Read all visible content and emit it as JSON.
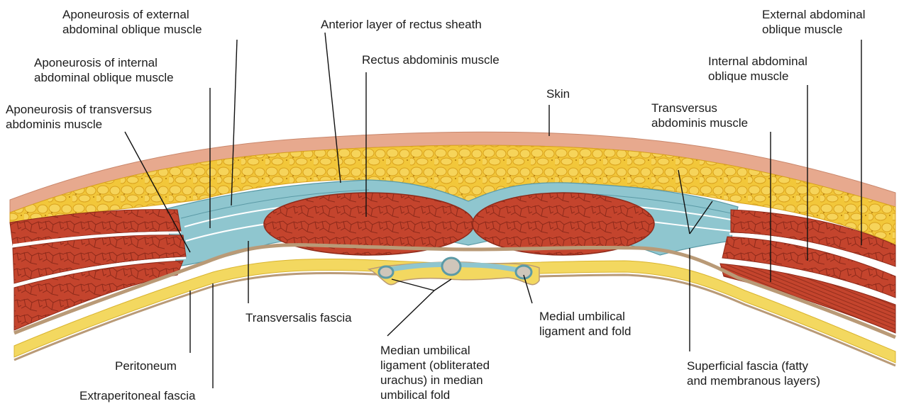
{
  "colors": {
    "skin": "#e7a98e",
    "skin_edge": "#c9876c",
    "fat": "#f2c73a",
    "fat_dark": "#d9a11d",
    "muscle": "#c4442d",
    "muscle_line": "#8e2a1a",
    "aponeurosis": "#8fc6cf",
    "aponeurosis_line": "#5b9aa6",
    "fascia": "#b99a77",
    "peritoneum": "#f3d860",
    "ligament": "#cfc6ba",
    "leader": "#111111"
  },
  "labels": {
    "apo_ext": [
      "Aponeurosis of external",
      "abdominal oblique muscle"
    ],
    "apo_int": [
      "Aponeurosis of internal",
      "abdominal oblique muscle"
    ],
    "apo_trans": [
      "Aponeurosis of transversus",
      "abdominis muscle"
    ],
    "ant_rectus": [
      "Anterior layer of rectus sheath"
    ],
    "rectus": [
      "Rectus abdominis muscle"
    ],
    "skin": [
      "Skin"
    ],
    "ext_oblique": [
      "External abdominal",
      "oblique muscle"
    ],
    "int_oblique": [
      "Internal abdominal",
      "oblique muscle"
    ],
    "transversus": [
      "Transversus",
      "abdominis muscle"
    ],
    "transversalis": [
      "Transversalis fascia"
    ],
    "medial_umb": [
      "Medial umbilical",
      "ligament and fold"
    ],
    "median_umb": [
      "Median umbilical",
      "ligament (obliterated",
      "urachus) in median",
      "umbilical fold"
    ],
    "peritoneum": [
      "Peritoneum"
    ],
    "extraperitoneal": [
      "Extraperitoneal fascia"
    ],
    "superficial": [
      "Superficial fascia (fatty",
      "and membranous layers)"
    ]
  }
}
